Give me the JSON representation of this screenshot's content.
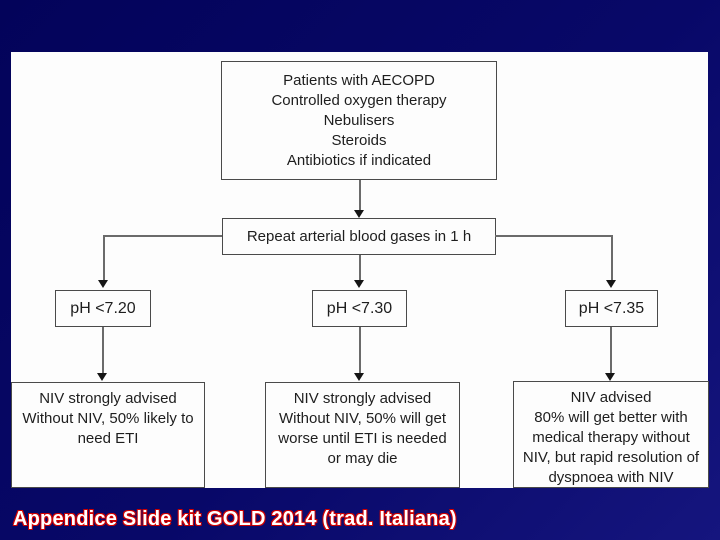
{
  "slide": {
    "background_color": "#08086b",
    "panel_color": "#fdfdfd",
    "caption": {
      "text": "Appendice Slide kit GOLD 2014 (trad. Italiana)",
      "text_color": "#ffffff",
      "outline_color": "#cf0000"
    }
  },
  "flowchart": {
    "border_color": "#4a4a4a",
    "line_color": "#6b6b6b",
    "arrow_color": "#151515",
    "text_color": "#1e1e1e",
    "top_box": {
      "lines": [
        "Patients with AECOPD",
        "Controlled oxygen therapy",
        "Nebulisers",
        "Steroids",
        "Antibiotics if indicated"
      ]
    },
    "repeat_box": {
      "text": "Repeat arterial blood gases in 1 h"
    },
    "ph_boxes": [
      {
        "label": "pH <7.20"
      },
      {
        "label": "pH <7.30"
      },
      {
        "label": "pH <7.35"
      }
    ],
    "outcome_boxes": [
      {
        "lines": [
          "NIV strongly advised",
          "Without NIV, 50% likely to",
          "need ETI"
        ]
      },
      {
        "lines": [
          "NIV strongly advised",
          "Without NIV, 50% will get",
          "worse until ETI is needed",
          "or may die"
        ]
      },
      {
        "lines": [
          "NIV advised",
          "80% will get better with",
          "medical therapy without",
          "NIV, but rapid resolution of",
          "dyspnoea with NIV"
        ]
      }
    ]
  }
}
